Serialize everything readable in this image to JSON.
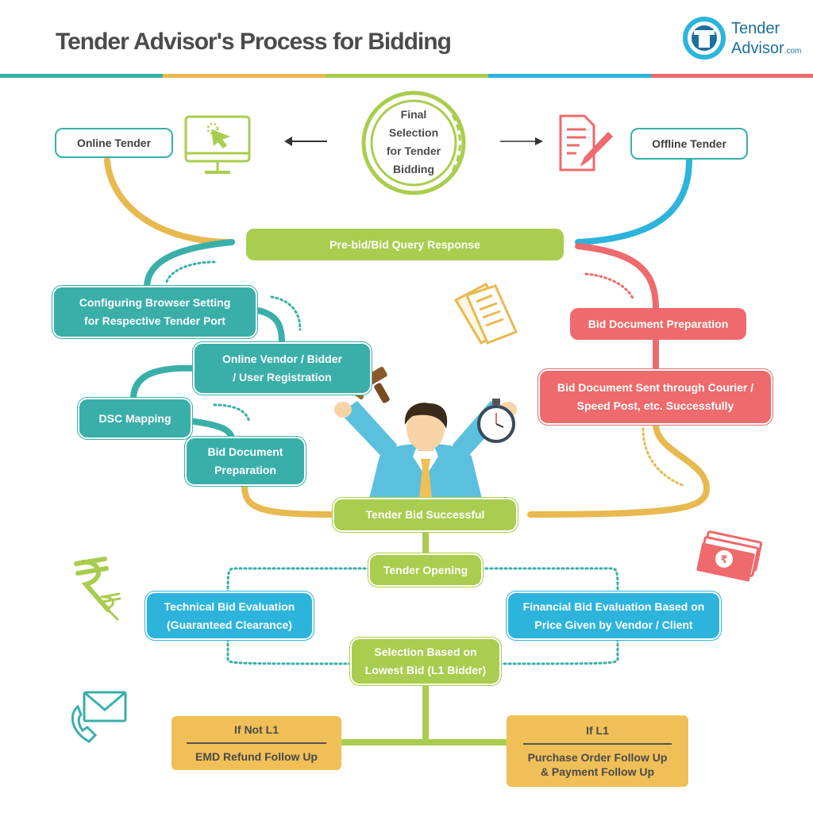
{
  "header": {
    "title": "Tender Advisor's Process for Bidding",
    "logo_line1": "Tender",
    "logo_line2": "Advisor",
    "logo_suffix": ".com"
  },
  "colors": {
    "teal": "#3aafa9",
    "green": "#a9cd4e",
    "red": "#ee6a6c",
    "blue": "#2cb4dc",
    "yellow": "#f0bf57",
    "gold_line": "#e8b94f",
    "title": "#4b4b4b"
  },
  "center": {
    "text": "Final\nSelection\nfor Tender\nBidding"
  },
  "nodes": {
    "online_tender": "Online Tender",
    "offline_tender": "Offline Tender",
    "prebid": "Pre-bid/Bid Query Response",
    "config_browser": "Configuring Browser Setting\nfor Respective Tender Port",
    "vendor_registration": "Online Vendor / Bidder\n/ User Registration",
    "dsc_mapping": "DSC Mapping",
    "bid_doc_online": "Bid Document\nPreparation",
    "bid_doc_offline": "Bid Document Preparation",
    "bid_doc_sent": "Bid Document Sent through Courier /\nSpeed Post, etc. Successfully",
    "tender_successful": "Tender Bid Successful",
    "tender_opening": "Tender Opening",
    "technical_eval": "Technical Bid Evaluation\n(Guaranteed Clearance)",
    "financial_eval": "Financial Bid Evaluation Based on\nPrice Given by Vendor /  Client",
    "selection_l1": "Selection Based on\nLowest Bid (L1 Bidder)",
    "not_l1_title": "If Not L1",
    "not_l1_action": "EMD Refund Follow Up",
    "l1_title": "If L1",
    "l1_action": "Purchase Order Follow Up\n& Payment Follow Up"
  },
  "icons": [
    "monitor-cursor-icon",
    "document-pen-icon",
    "documents-icon",
    "gavel-icon",
    "stopwatch-icon",
    "businessman-icon",
    "rupee-icon",
    "money-stack-icon",
    "phone-mail-icon",
    "left-arrow-icon",
    "right-arrow-icon"
  ]
}
